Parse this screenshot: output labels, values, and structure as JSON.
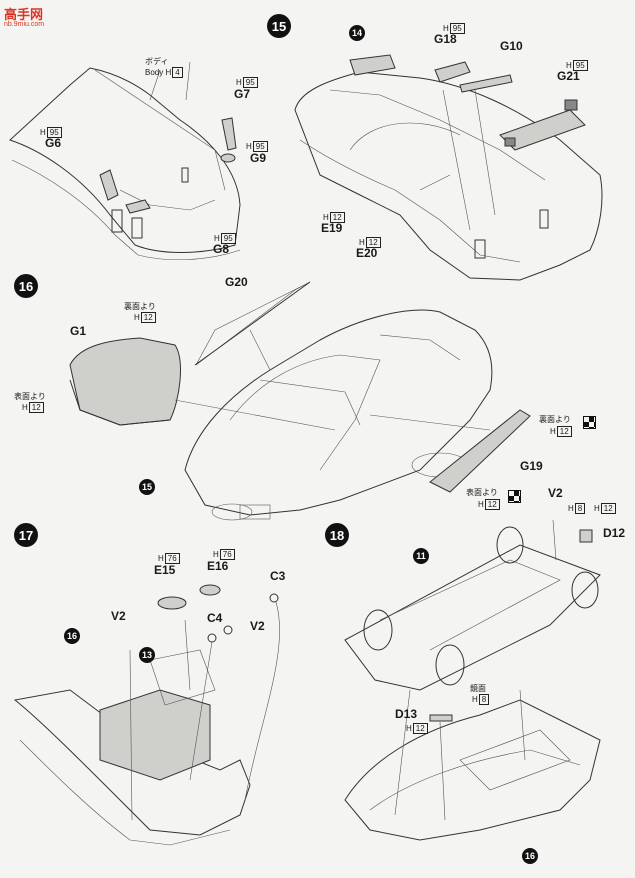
{
  "watermark": {
    "logo": "高手网",
    "url": "nb.9miu.com"
  },
  "steps": {
    "s15": "15",
    "s16": "16",
    "s17": "17",
    "s18": "18"
  },
  "refs": {
    "r11": "11",
    "r13": "13",
    "r14": "14",
    "r15": "15",
    "r16a": "16",
    "r16b": "16"
  },
  "parts": {
    "body_jp": "ボディ",
    "body_en": "Body",
    "body_h": "4",
    "G7": "G7",
    "G7_h": "95",
    "G6": "G6",
    "G6_h": "95",
    "G9": "G9",
    "G9_h": "95",
    "G8": "G8",
    "G8_h": "95",
    "G18": "G18",
    "G18_h": "95",
    "G10": "G10",
    "G21": "G21",
    "G21_h": "95",
    "E19": "E19",
    "E19_h": "12",
    "E20": "E20",
    "E20_h": "12",
    "G20": "G20",
    "G1": "G1",
    "omote": "裏面より",
    "omote_h": "12",
    "hyomen": "表面より",
    "hyomen_h": "12",
    "G19": "G19",
    "ura2": "裏面より",
    "ura2_h": "12",
    "hyomen2": "表面より",
    "hyomen2_h": "12",
    "E15": "E15",
    "E15_h": "76",
    "E16": "E16",
    "E16_h": "76",
    "C3": "C3",
    "V2a": "V2",
    "C4": "C4",
    "V2b": "V2",
    "V2c": "V2",
    "H8a": "8",
    "H12a": "12",
    "D12": "D12",
    "kyomen": "鏡面",
    "kyomen_h": "8",
    "D13": "D13",
    "D13_h": "12"
  }
}
